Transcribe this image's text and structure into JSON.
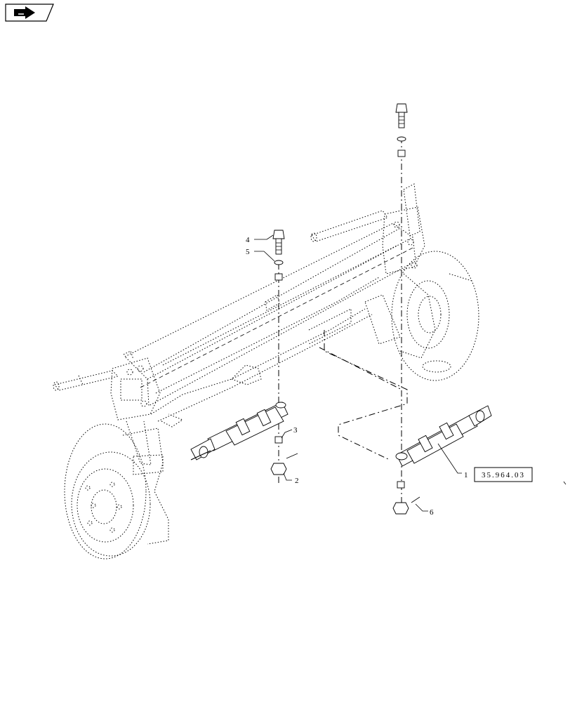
{
  "nav": {
    "icon": "next-page-arrow-icon"
  },
  "callouts": {
    "c1": "1",
    "c2": "2",
    "c3": "3",
    "c4": "4",
    "c5": "5",
    "c6": "6"
  },
  "reference": {
    "code": "35.964.03"
  },
  "colors": {
    "line": "#000000",
    "background": "#ffffff"
  }
}
